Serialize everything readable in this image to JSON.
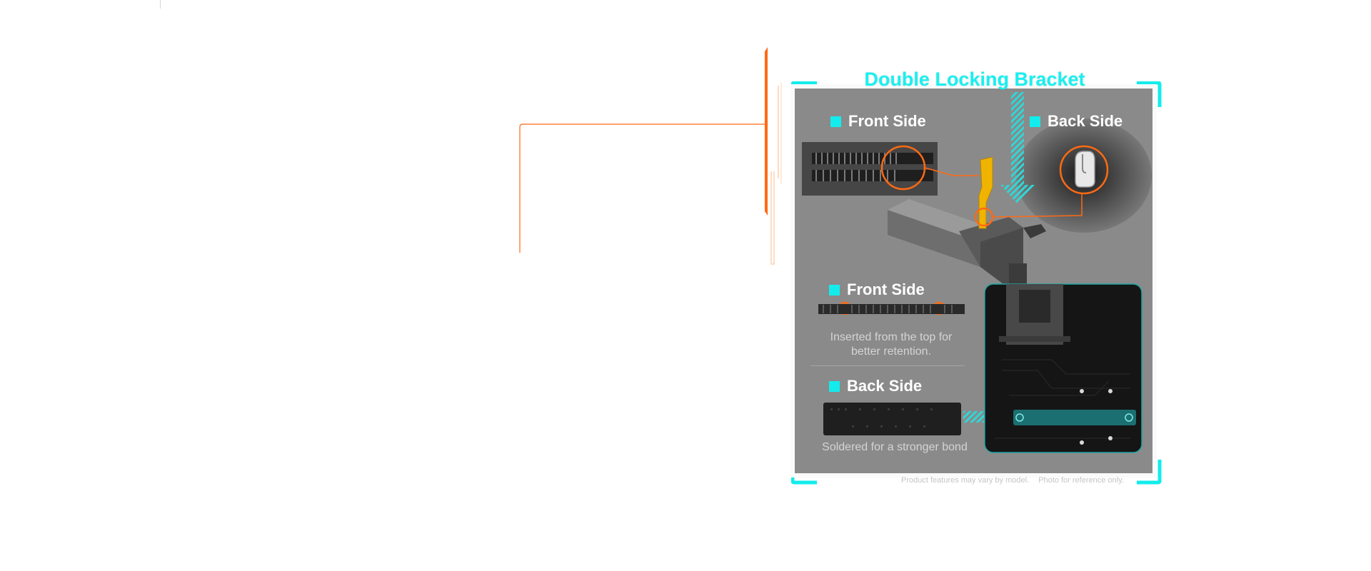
{
  "title": "Double Locking Bracket",
  "top_labels": {
    "front": "Front Side",
    "back": "Back Side"
  },
  "front_section": {
    "label": "Front Side",
    "description_line1": "Inserted from the top for",
    "description_line2": "better retention."
  },
  "back_section": {
    "label": "Back Side",
    "description": "Soldered for a stronger bond"
  },
  "footnote": {
    "part1": "Product features may vary by model.",
    "part2": "Photo for reference only."
  },
  "colors": {
    "accent_cyan": "#12ecec",
    "accent_orange": "#ff6a13",
    "panel_gray": "#8a8a8a",
    "bracket_yellow": "#f0b400"
  },
  "icons": [
    "square-bullet-icon",
    "down-arrow-icon",
    "right-arrow-icon",
    "highlight-circle-icon"
  ]
}
